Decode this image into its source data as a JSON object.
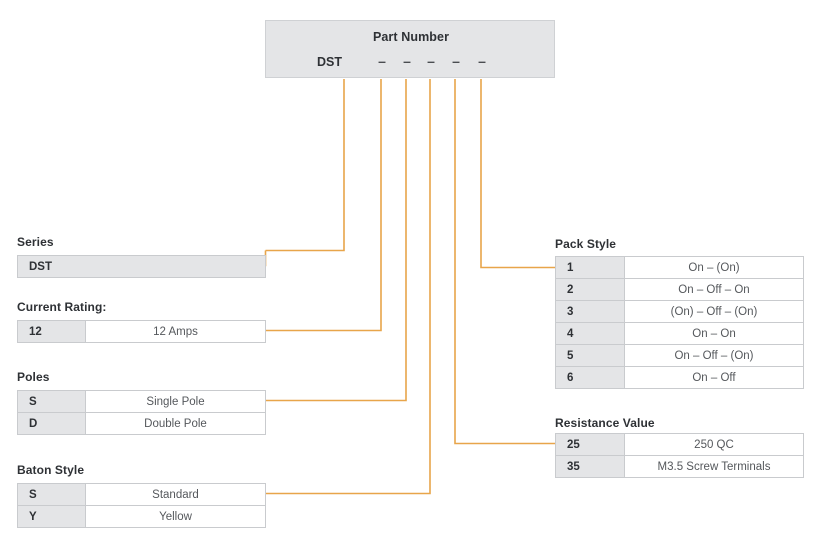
{
  "part_number": {
    "title": "Part Number",
    "prefix": "DST",
    "segments": [
      "–",
      "–",
      "–",
      "–",
      "–"
    ]
  },
  "colors": {
    "connector": "#e8a54a",
    "code_cell_bg": "#e4e5e7",
    "border": "#c9cbce",
    "text": "#55585c",
    "heading": "#2e3135"
  },
  "sections": {
    "series": {
      "label": "Series",
      "rows": [
        {
          "code": "DST",
          "desc": ""
        }
      ]
    },
    "current_rating": {
      "label": "Current Rating:",
      "rows": [
        {
          "code": "12",
          "desc": "12 Amps"
        }
      ]
    },
    "poles": {
      "label": "Poles",
      "rows": [
        {
          "code": "S",
          "desc": "Single Pole"
        },
        {
          "code": "D",
          "desc": "Double Pole"
        }
      ]
    },
    "baton_style": {
      "label": "Baton Style",
      "rows": [
        {
          "code": "S",
          "desc": "Standard"
        },
        {
          "code": "Y",
          "desc": "Yellow"
        }
      ]
    },
    "pack_style": {
      "label": "Pack Style",
      "rows": [
        {
          "code": "1",
          "desc": "On – (On)"
        },
        {
          "code": "2",
          "desc": "On – Off – On"
        },
        {
          "code": "3",
          "desc": "(On) – Off – (On)"
        },
        {
          "code": "4",
          "desc": "On – On"
        },
        {
          "code": "5",
          "desc": "On – Off – (On)"
        },
        {
          "code": "6",
          "desc": "On – Off"
        }
      ]
    },
    "resistance_value": {
      "label": "Resistance Value",
      "rows": [
        {
          "code": "25",
          "desc": "250 QC"
        },
        {
          "code": "35",
          "desc": "M3.5 Screw Terminals"
        }
      ]
    }
  }
}
